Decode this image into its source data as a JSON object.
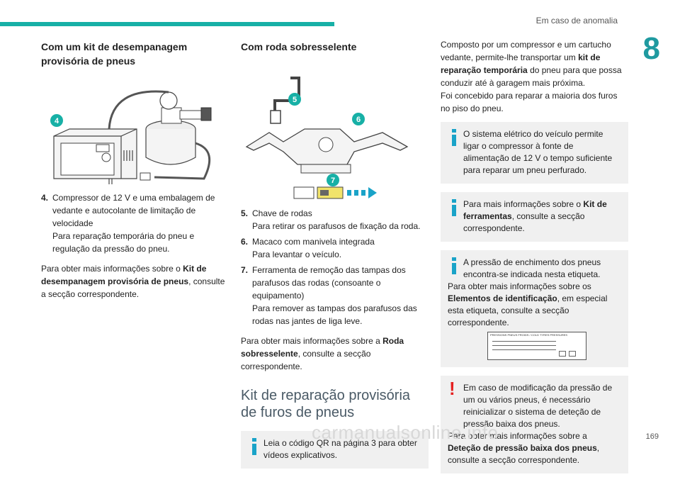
{
  "header": {
    "section_title": "Em caso de anomalia",
    "chapter_number": "8"
  },
  "footer": {
    "page_number": "169",
    "watermark": "carmanualsonline.info"
  },
  "col1": {
    "heading": "Com um kit de desempanagem provisória de pneus",
    "callout": "4",
    "items": [
      {
        "num": "4.",
        "text1": "Compressor de 12 V e uma embalagem de vedante e autocolante de limitação de velocidade",
        "text2": "Para reparação temporária do pneu e regulação da pressão do pneu."
      }
    ],
    "para_pre": "Para obter mais informações sobre o ",
    "para_bold": "Kit de desempanagem provisória de pneus",
    "para_post": ", consulte a secção correspondente."
  },
  "col2": {
    "heading": "Com roda sobresselente",
    "callouts": [
      "5",
      "6",
      "7"
    ],
    "items": [
      {
        "num": "5.",
        "text1": "Chave de rodas",
        "text2": "Para retirar os parafusos de fixação da roda."
      },
      {
        "num": "6.",
        "text1": "Macaco com manivela integrada",
        "text2": "Para levantar o veículo."
      },
      {
        "num": "7.",
        "text1": "Ferramenta de remoção das tampas dos parafusos das rodas (consoante o equipamento)",
        "text2": "Para remover as tampas dos parafusos das rodas nas jantes de liga leve."
      }
    ],
    "para_pre": "Para obter mais informações sobre a ",
    "para_bold": "Roda sobresselente",
    "para_post": ", consulte a secção correspondente.",
    "big_title": "Kit de reparação provisória de furos de pneus",
    "note": "Leia o código QR na página 3 para obter vídeos explicativos."
  },
  "col3": {
    "intro_pre": "Composto por um compressor e um cartucho vedante, permite-lhe transportar um ",
    "intro_bold": "kit de reparação temporária",
    "intro_post": " do pneu para que possa conduzir até à garagem mais próxima.",
    "intro2": "Foi concebido para reparar a maioria dos furos no piso do pneu.",
    "note1": "O sistema elétrico do veículo permite ligar o compressor à fonte de alimentação de 12 V o tempo suficiente para reparar um pneu perfurado.",
    "note2_pre": "Para mais informações sobre o ",
    "note2_bold": "Kit de ferramentas",
    "note2_post": ", consulte a secção correspondente.",
    "note3_a": "A pressão de enchimento dos pneus encontra-se indicada nesta etiqueta.",
    "note3_pre": "Para obter mais informações sobre os ",
    "note3_bold": "Elementos de identificação",
    "note3_post": ", em especial esta etiqueta, consulte a secção correspondente.",
    "label_title": "PRESSIONS PNEUS FROIDS / COLD TYRES PRESSURES",
    "warn_a": "Em caso de modificação da pressão de um ou vários pneus, é necessário reinicializar o sistema de deteção de pressão baixa dos pneus.",
    "warn_pre": "Para obter mais informações sobre a ",
    "warn_bold": "Deteção de pressão baixa dos pneus",
    "warn_post": ", consulte a secção correspondente."
  },
  "colors": {
    "accent": "#17b0a6",
    "chapter": "#1f9aa0",
    "info": "#1aa3c8",
    "warning": "#e52020",
    "box": "#f0f0f0"
  }
}
